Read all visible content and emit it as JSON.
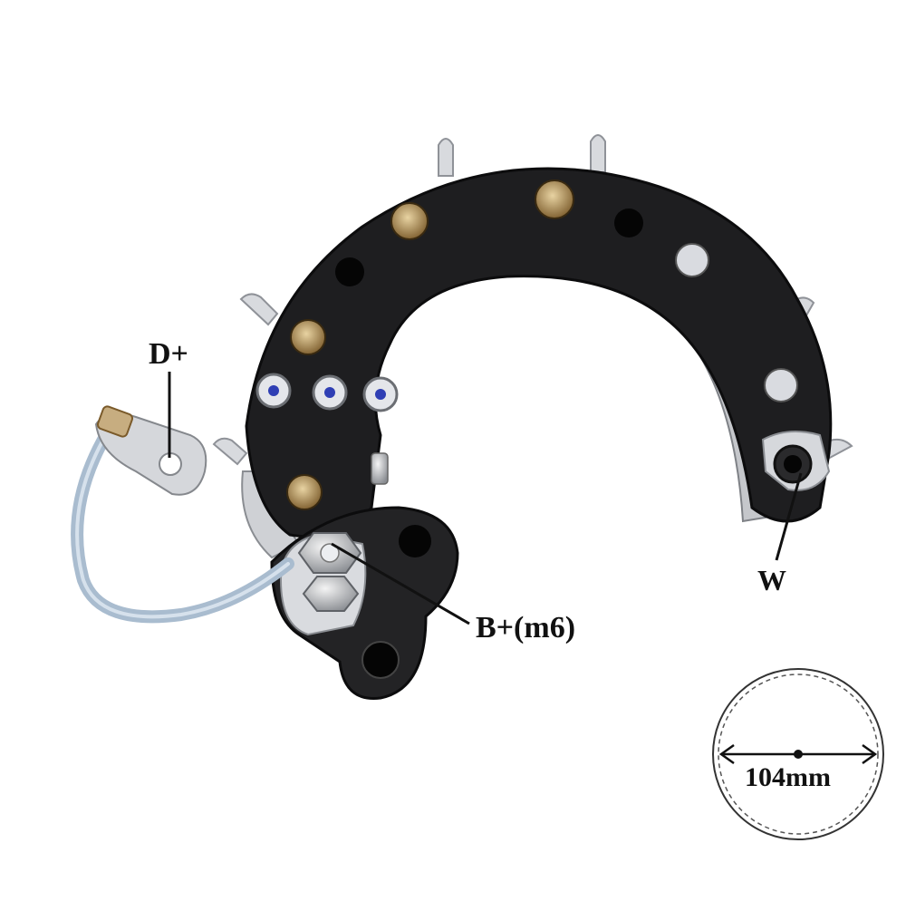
{
  "labels": {
    "d_plus": "D+",
    "b_plus": "B+(m6)",
    "w": "W"
  },
  "dimension": {
    "text": "104mm"
  },
  "colors": {
    "housing": "#1c1c1e",
    "metal": "#c9cbcf",
    "brass": "#b08b4a",
    "wire": "#9fb3c8",
    "diode_blue": "#2f3fb4"
  }
}
